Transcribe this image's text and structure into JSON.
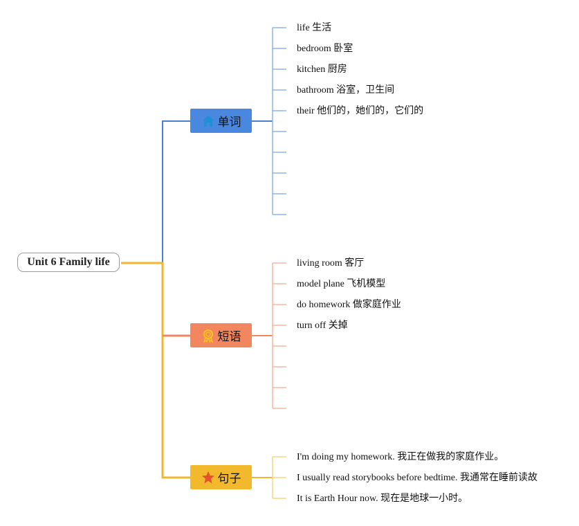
{
  "root": {
    "label": "Unit 6 Family life"
  },
  "branches": [
    {
      "label": "单词",
      "icon": "house-icon",
      "color": "#4a88e0",
      "line_color": "#4a7fd0",
      "leaf_line_color": "#8bb6e8",
      "items": [
        "life 生活",
        "bedroom 卧室",
        "kitchen 厨房",
        "bathroom 浴室，卫生间",
        "their 他们的，她们的，它们的",
        "",
        "",
        "",
        "",
        ""
      ]
    },
    {
      "label": "短语",
      "icon": "ribbon-icon",
      "color": "#f2875f",
      "line_color": "#ee8660",
      "leaf_line_color": "#f3b8a2",
      "items": [
        "living room 客厅",
        "model plane 飞机模型",
        "do homework 做家庭作业",
        "turn off 关掉",
        "",
        "",
        "",
        ""
      ]
    },
    {
      "label": "句子",
      "icon": "star-icon",
      "color": "#f2b92c",
      "line_color": "#f0b62e",
      "leaf_line_color": "#f5d77a",
      "items": [
        "I'm doing my homework. 我正在做我的家庭作业。",
        "I usually read storybooks before bedtime. 我通常在睡前读故",
        "It is Earth Hour now. 现在是地球一小时。"
      ]
    }
  ]
}
